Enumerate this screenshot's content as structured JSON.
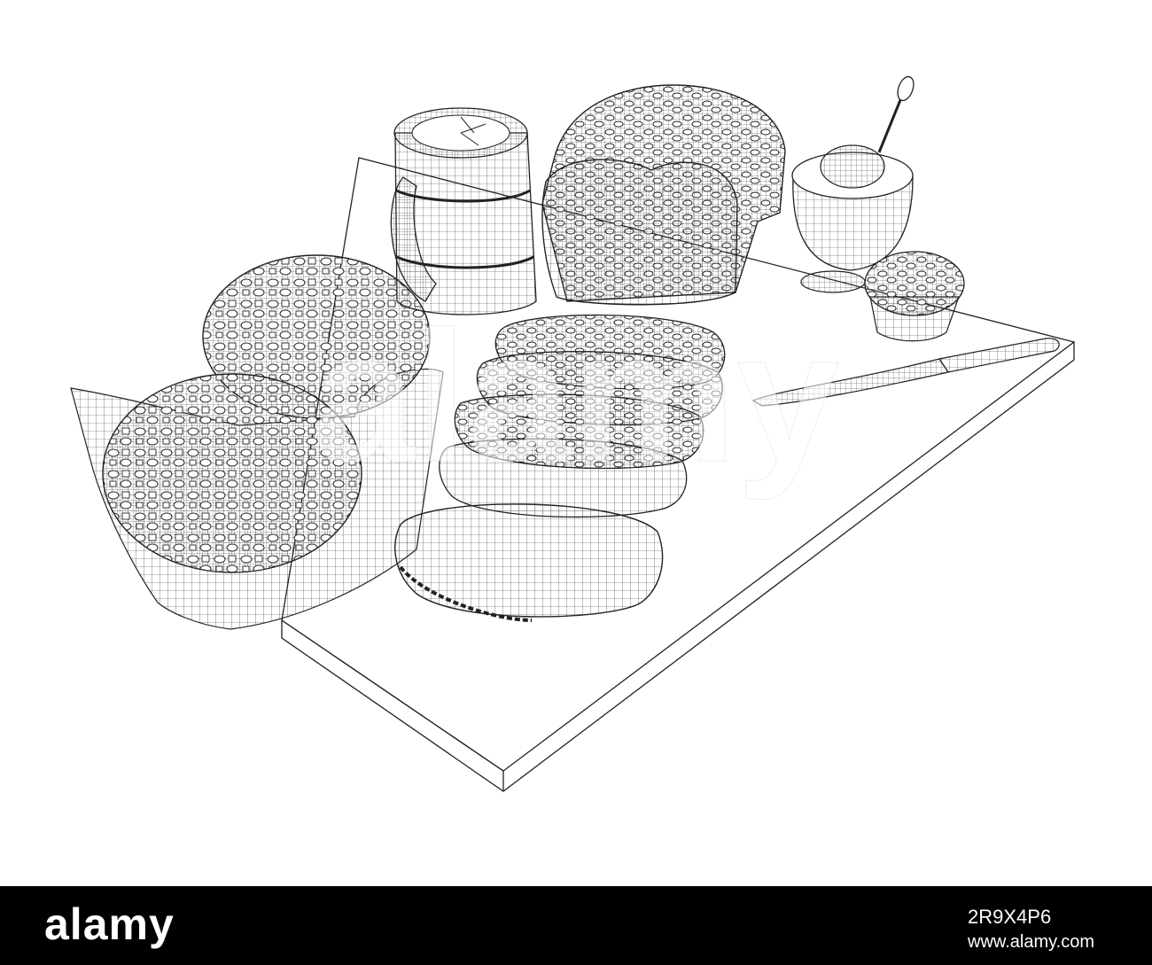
{
  "watermark": {
    "text": "alamy",
    "color": "#ffffff",
    "opacity": 0.55
  },
  "banner": {
    "logo_text": "alamy",
    "image_id": "2R9X4P6",
    "url": "www.alamy.com",
    "background": "#000000",
    "text_color": "#ffffff"
  },
  "scene": {
    "line_color": "#222222",
    "background": "#ffffff",
    "objects": [
      "cutting-board",
      "round-loaf-back",
      "round-loaf-front",
      "paper-wrap",
      "wooden-mug",
      "bread-loaf",
      "bread-slices",
      "butter-bowl",
      "spoon",
      "muffin",
      "knife"
    ]
  }
}
